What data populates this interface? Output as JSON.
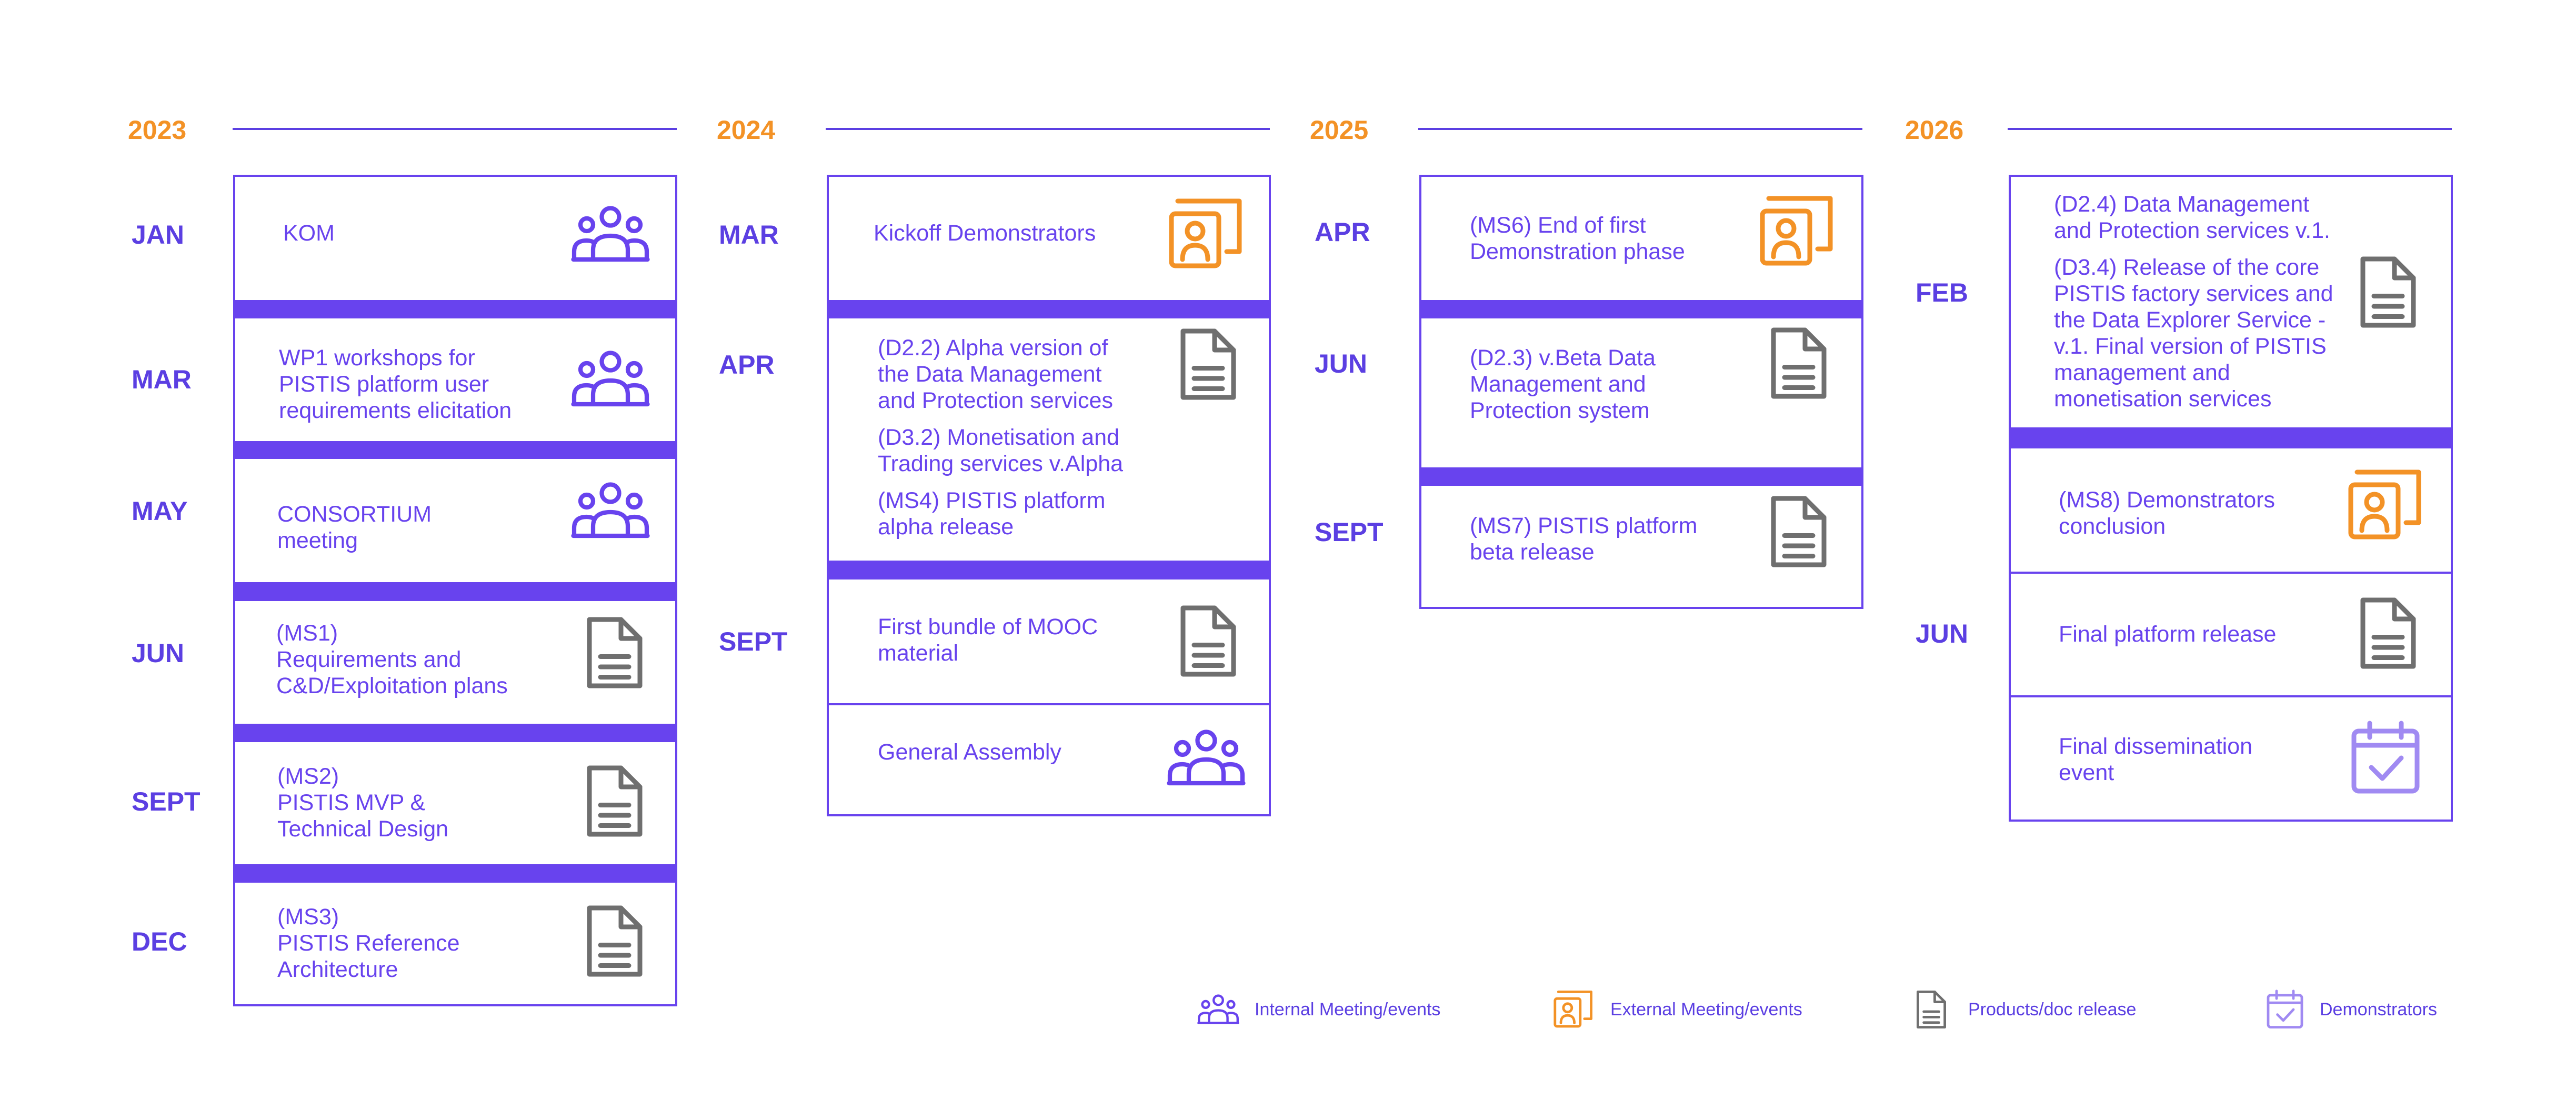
{
  "colors": {
    "purple": "#6843EE",
    "orange": "#F39226",
    "gray": "#6F6F6F",
    "light_purple": "#A08AF2"
  },
  "columns": [
    {
      "year": "2023",
      "events": [
        {
          "month": "JAN",
          "lines": [
            "KOM"
          ],
          "icon": "internal-meeting-icon"
        },
        {
          "month": "MAR",
          "lines": [
            "WP1 workshops for",
            "PISTIS platform user",
            "requirements elicitation"
          ],
          "icon": "internal-meeting-icon"
        },
        {
          "month": "MAY",
          "lines": [
            "CONSORTIUM",
            "meeting"
          ],
          "icon": "internal-meeting-icon"
        },
        {
          "month": "JUN",
          "lines": [
            "(MS1)",
            "Requirements and",
            "C&D/Exploitation plans"
          ],
          "icon": "document-icon"
        },
        {
          "month": "SEPT",
          "lines": [
            "(MS2)",
            "PISTIS MVP &",
            "Technical Design"
          ],
          "icon": "document-icon"
        },
        {
          "month": "DEC",
          "lines": [
            "(MS3)",
            "PISTIS Reference",
            "Architecture"
          ],
          "icon": "document-icon"
        }
      ]
    },
    {
      "year": "2024",
      "events": [
        {
          "month": "MAR",
          "lines": [
            "Kickoff Demonstrators"
          ],
          "icon": "external-meeting-icon"
        },
        {
          "month": "APR",
          "paragraphs": [
            [
              "(D2.2) Alpha version of",
              "the Data Management",
              "and Protection services"
            ],
            [
              "(D3.2) Monetisation and",
              "Trading services v.Alpha"
            ],
            [
              "(MS4) PISTIS platform",
              "alpha release"
            ]
          ],
          "icon": "document-icon"
        },
        {
          "month": "SEPT",
          "lines": [
            "First bundle of MOOC",
            "material"
          ],
          "icon": "document-icon"
        },
        {
          "month": "",
          "lines": [
            "General Assembly"
          ],
          "icon": "internal-meeting-icon"
        }
      ]
    },
    {
      "year": "2025",
      "events": [
        {
          "month": "APR",
          "lines": [
            "(MS6) End of first",
            "Demonstration phase"
          ],
          "icon": "external-meeting-icon"
        },
        {
          "month": "JUN",
          "lines": [
            "(D2.3) v.Beta Data",
            "Management and",
            "Protection system"
          ],
          "icon": "document-icon"
        },
        {
          "month": "SEPT",
          "lines": [
            "(MS7) PISTIS platform",
            "beta release"
          ],
          "icon": "document-icon"
        }
      ]
    },
    {
      "year": "2026",
      "events": [
        {
          "month": "FEB",
          "paragraphs": [
            [
              "(D2.4) Data Management",
              "and Protection services v.1."
            ],
            [
              "(D3.4) Release of the core",
              "PISTIS factory services and",
              "the Data Explorer Service -",
              "v.1. Final version of PISTIS",
              "management and",
              "monetisation services"
            ]
          ],
          "icon": "document-icon"
        },
        {
          "month": "",
          "lines": [
            "(MS8) Demonstrators",
            "conclusion"
          ],
          "icon": "external-meeting-icon"
        },
        {
          "month": "JUN",
          "lines": [
            "Final platform release"
          ],
          "icon": "document-icon"
        },
        {
          "month": "",
          "lines": [
            "Final dissemination",
            "event"
          ],
          "icon": "demonstrator-icon"
        }
      ]
    }
  ],
  "legend": [
    {
      "icon": "internal-meeting-icon",
      "label": "Internal Meeting/events"
    },
    {
      "icon": "external-meeting-icon",
      "label": "External Meeting/events"
    },
    {
      "icon": "document-icon",
      "label": "Products/doc release"
    },
    {
      "icon": "demonstrator-icon",
      "label": "Demonstrators"
    }
  ]
}
